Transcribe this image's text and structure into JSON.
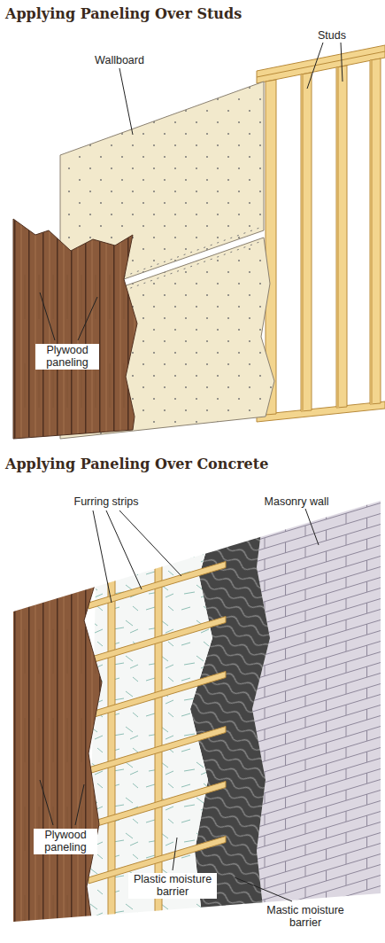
{
  "diagram": {
    "labels": [
      "Applying Paneling Over Studs",
      "Wallboard",
      "Studs",
      "Plywood paneling",
      "Applying Paneling Over Concrete",
      "Furring strips",
      "Masonry wall",
      "Plywood paneling",
      "Plastic moisture barrier",
      "Mastic moisture barrier"
    ]
  }
}
